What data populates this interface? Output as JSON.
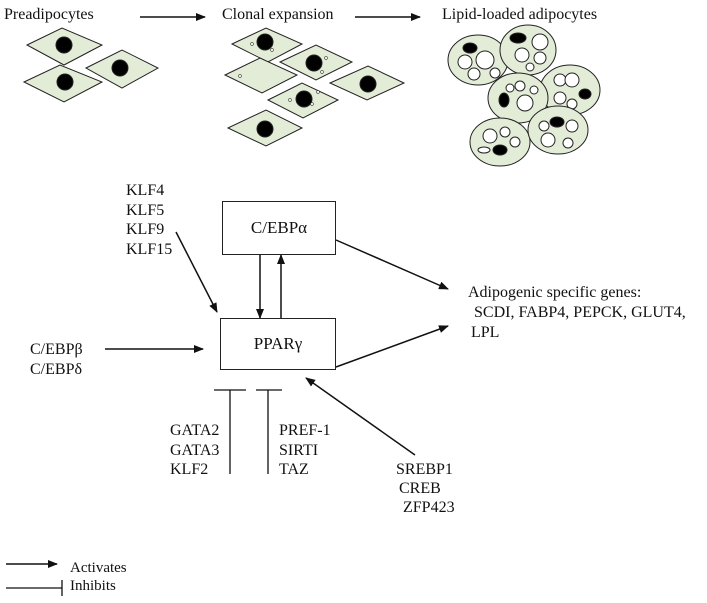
{
  "stages": {
    "preadipocytes": "Preadipocytes",
    "clonal": "Clonal expansion",
    "lipid": "Lipid-loaded adipocytes"
  },
  "nodes": {
    "cebpa": "C/EBPα",
    "pparg": "PPARγ"
  },
  "klf_group": [
    "KLF4",
    "KLF5",
    "KLF9",
    "KLF15"
  ],
  "cebp_bd": [
    "C/EBPβ",
    "C/EBPδ"
  ],
  "inhibitors_left": [
    "GATA2",
    "GATA3",
    "KLF2"
  ],
  "inhibitors_right": [
    "PREF-1",
    "SIRTI",
    "TAZ"
  ],
  "activators_bottom": [
    "SREBP1",
    "CREB",
    "ZFP423"
  ],
  "target_genes": {
    "title": "Adipogenic specific genes:",
    "line1": "SCDI, FABP4, PEPCK, GLUT4,",
    "line2": "LPL"
  },
  "legend": {
    "activates": "Activates",
    "inhibits": "Inhibits"
  },
  "colors": {
    "cell_fill": "#e3ecd6",
    "nucleus": "#000000",
    "line": "#111111"
  }
}
